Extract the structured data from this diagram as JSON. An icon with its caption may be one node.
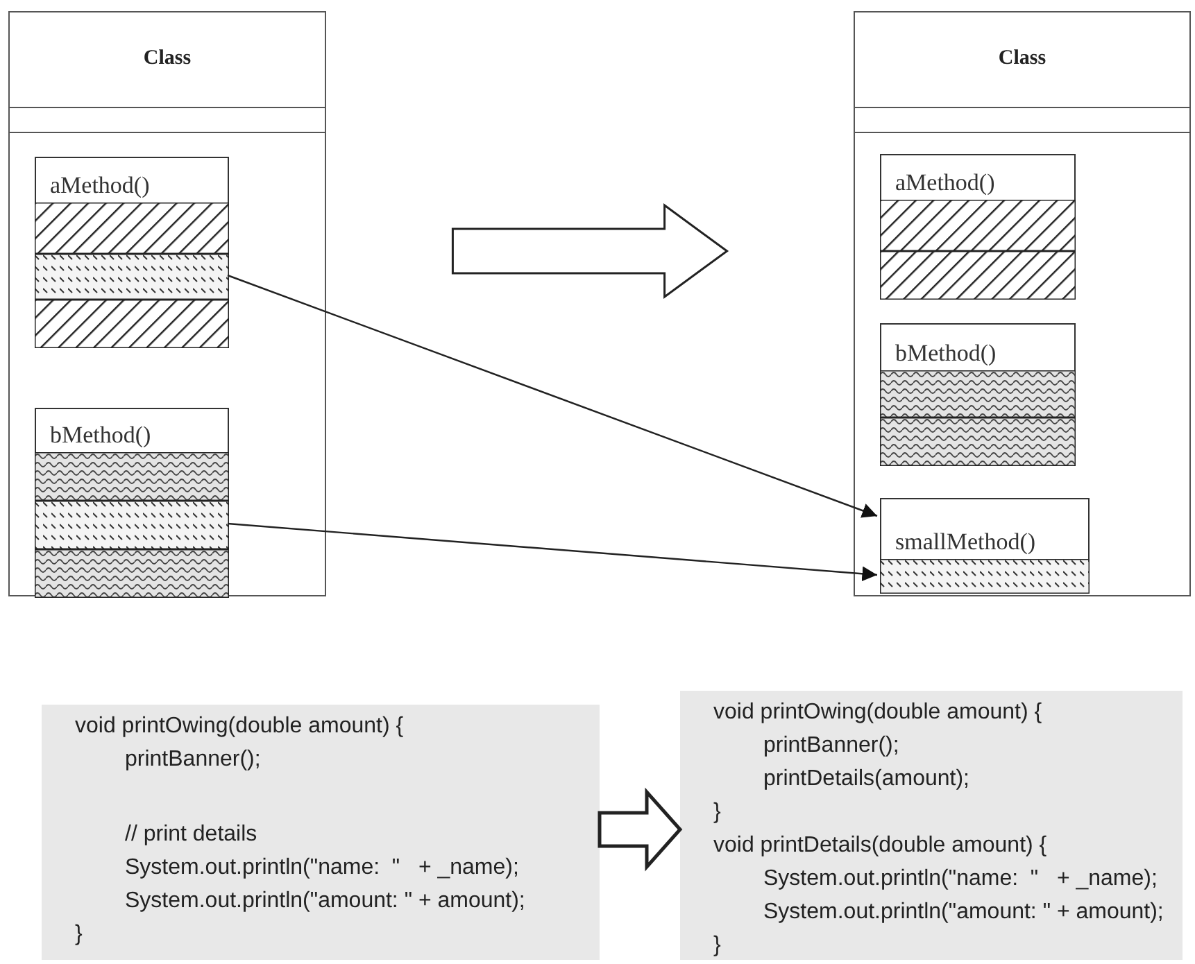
{
  "diagram": {
    "nodes": [
      {
        "text": [
          "Class"
        ]
      },
      {
        "text": [
          "aMethod()"
        ],
        "in": 0
      },
      {
        "text": [],
        "shape": "bar",
        "in": 1
      },
      {
        "text": [],
        "shape": "bar",
        "in": 1
      },
      {
        "text": [],
        "shape": "bar",
        "in": 1
      },
      {
        "text": [
          "bMethod()"
        ],
        "in": 0
      },
      {
        "text": [],
        "shape": "bar",
        "in": 5
      },
      {
        "text": [],
        "shape": "bar",
        "in": 5
      },
      {
        "text": [],
        "shape": "bar",
        "in": 5
      },
      {
        "text": [
          "Class"
        ]
      },
      {
        "text": [
          "aMethod()"
        ],
        "in": 9
      },
      {
        "text": [],
        "shape": "bar",
        "in": 10
      },
      {
        "text": [],
        "shape": "bar",
        "in": 10
      },
      {
        "text": [
          "bMethod()"
        ],
        "in": 9
      },
      {
        "text": [],
        "shape": "bar",
        "in": 13
      },
      {
        "text": [],
        "shape": "bar",
        "in": 13
      },
      {
        "text": [
          "smallMethod()"
        ],
        "in": 9
      },
      {
        "text": [],
        "shape": "bar",
        "in": 16
      },
      {
        "text": [
          "void printOwing(double amount) {",
          "printBanner();",
          "// print details",
          "System.out.println(\"name:  \"   + _name);",
          "System.out.println(\"amount: \" + amount);",
          "}"
        ]
      },
      {
        "text": [
          "void printOwing(double amount) {",
          "printBanner();",
          "printDetails(amount);",
          "}",
          "void printDetails(double amount) {",
          "System.out.println(\"name:  \"   + _name);",
          "System.out.println(\"amount: \" + amount);",
          "}"
        ]
      }
    ],
    "edges": [
      {
        "from": 0,
        "to": 9,
        "arrow": "to",
        "style": "thick"
      },
      {
        "from": 3,
        "to": 16,
        "arrow": "to"
      },
      {
        "from": 7,
        "to": 17,
        "arrow": "to"
      },
      {
        "from": 18,
        "to": 19,
        "arrow": "to",
        "style": "thick"
      }
    ]
  }
}
